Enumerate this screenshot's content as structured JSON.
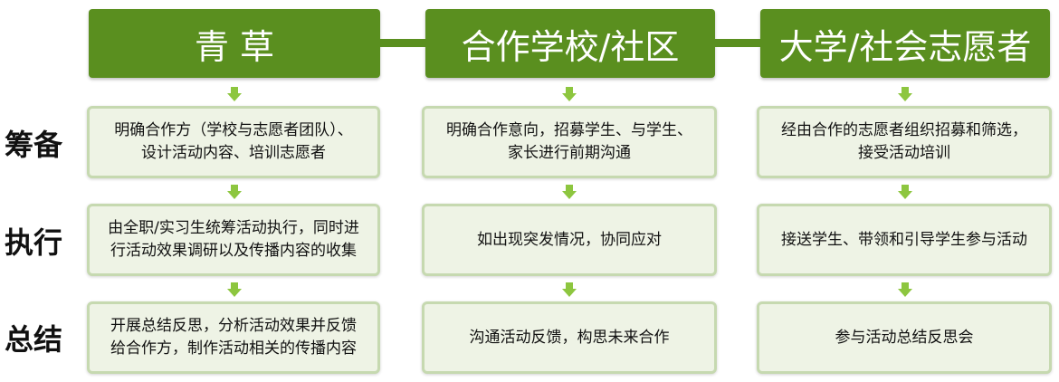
{
  "columns": [
    {
      "title": "青 草",
      "cells": [
        {
          "lines": [
            "明确合作方（学校与志愿者团队）、",
            "设计活动内容、培训志愿者"
          ]
        },
        {
          "lines": [
            "由全职/实习生统筹活动执行，同时进",
            "行活动效果调研以及传播内容的收集"
          ]
        },
        {
          "lines": [
            "开展总结反思，分析活动效果并反馈",
            "给合作方，制作活动相关的传播内容"
          ]
        }
      ]
    },
    {
      "title": "合作学校/社区",
      "cells": [
        {
          "lines": [
            "明确合作意向，招募学生、与学生、",
            "家长进行前期沟通"
          ]
        },
        {
          "lines": [
            "如出现突发情况，协同应对"
          ]
        },
        {
          "lines": [
            "沟通活动反馈，构思未来合作"
          ]
        }
      ]
    },
    {
      "title": "大学/社会志愿者",
      "cells": [
        {
          "lines": [
            "经由合作的志愿者组织招募和筛选，",
            "接受活动培训"
          ]
        },
        {
          "lines": [
            "接送学生、带领和引导学生参与活动"
          ]
        },
        {
          "lines": [
            "参与活动总结反思会"
          ]
        }
      ]
    }
  ],
  "rows": [
    {
      "label": "筹备"
    },
    {
      "label": "执行"
    },
    {
      "label": "总结"
    }
  ],
  "colors": {
    "header": "#5a8f1f",
    "box_fill": "#eef3e5",
    "box_border": "#c6d9b0",
    "arrow": "#8dc63f"
  }
}
